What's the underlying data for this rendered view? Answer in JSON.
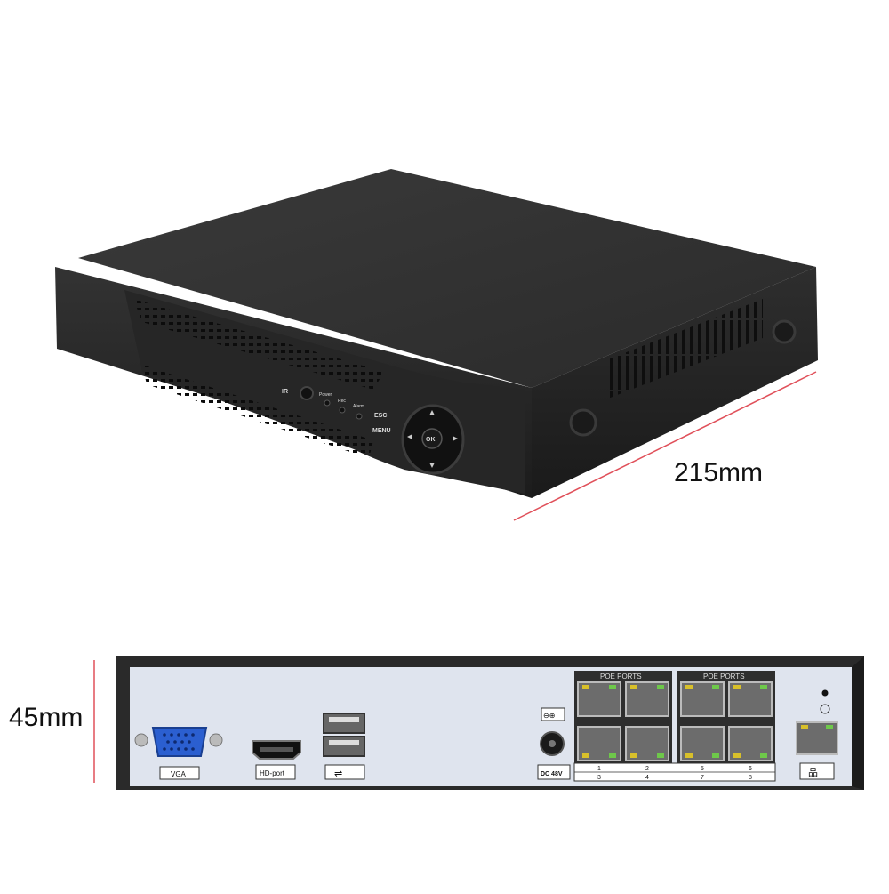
{
  "dimensions": {
    "width_label": "215mm",
    "height_label": "45mm",
    "line_color": "#e0505a"
  },
  "front_panel": {
    "ir_label": "IR",
    "power_label": "Power",
    "rec_label": "Rec",
    "alarm_label": "Alarm",
    "esc_label": "ESC",
    "menu_label": "MENU",
    "ok_label": "OK",
    "body_color": "#2b2b2b"
  },
  "rear_panel": {
    "vga_label": "VGA",
    "hd_label": "HD-port",
    "dc_label": "DC 48V",
    "poe_group1_label": "POE PORTS",
    "poe_group2_label": "POE PORTS",
    "port_numbers_top": [
      "1",
      "2",
      "5",
      "6"
    ],
    "port_numbers_bottom": [
      "3",
      "4",
      "7",
      "8"
    ],
    "panel_color": "#dfe4ee",
    "vga_color": "#2b5fd0"
  }
}
